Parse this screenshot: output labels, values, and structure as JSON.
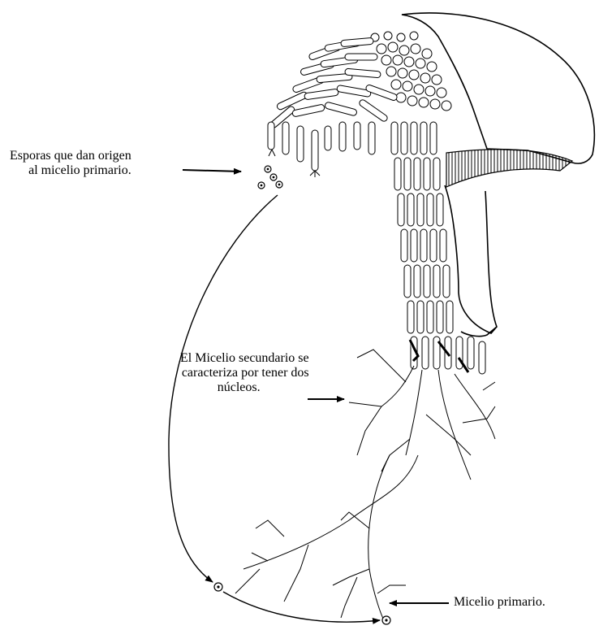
{
  "labels": {
    "spores": {
      "line1": "Esporas que dan origen",
      "line2": "al micelio primario."
    },
    "secondary_mycelium": {
      "line1": "El Micelio secundario se",
      "line2": "caracteriza por tener dos",
      "line3": "núcleos."
    },
    "primary_mycelium": {
      "line1": "Micelio primario."
    }
  },
  "colors": {
    "ink": "#000000",
    "background": "#ffffff"
  }
}
